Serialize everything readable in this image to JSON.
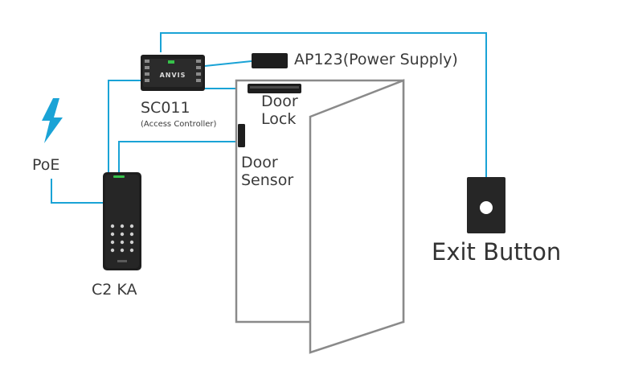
{
  "labels": {
    "power_supply": "AP123(Power Supply)",
    "controller_name": "SC011",
    "controller_desc": "(Access Controller)",
    "door_lock_line1": "Door",
    "door_lock_line2": "Lock",
    "door_sensor_line1": "Door",
    "door_sensor_line2": "Sensor",
    "poe": "PoE",
    "reader": "C2 KA",
    "exit_button": "Exit Button",
    "controller_logo": "ANVIS"
  },
  "colors": {
    "wire": "#1aa3d6",
    "device": "#1e1e1e",
    "door_outline": "#888888",
    "text": "#3a3a3a",
    "led": "#36c24a"
  },
  "icons": {
    "poe": "lightning-bolt-icon"
  }
}
